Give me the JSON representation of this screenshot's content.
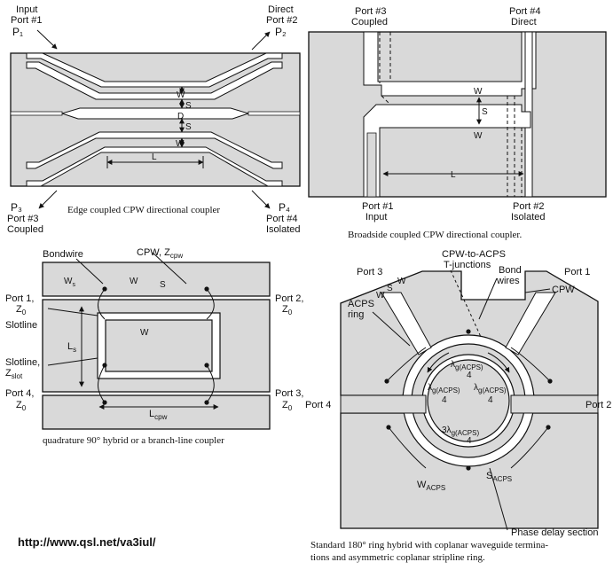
{
  "colors": {
    "substrate": "#d9d9d9",
    "metal_edge": "#111111",
    "slot": "#ffffff"
  },
  "fig1": {
    "caption": "Edge coupled CPW directional coupler",
    "port1": {
      "line1": "Input",
      "line2": "Port #1",
      "line3": "P₁"
    },
    "port2": {
      "line1": "Direct",
      "line2": "Port #2",
      "line3": "P₂"
    },
    "port3": {
      "line1": "P₃",
      "line2": "Port #3",
      "line3": "Coupled"
    },
    "port4": {
      "line1": "P₄",
      "line2": "Port #4",
      "line3": "Isolated"
    },
    "dims": {
      "w": "W",
      "s": "S",
      "d": "D",
      "l": "L"
    }
  },
  "fig2": {
    "caption": "Broadside coupled CPW directional coupler.",
    "port3": {
      "line1": "Port #3",
      "line2": "Coupled"
    },
    "port4": {
      "line1": "Port #4",
      "line2": "Direct"
    },
    "port1": {
      "line1": "Port #1",
      "line2": "Input"
    },
    "port2": {
      "line1": "Port #2",
      "line2": "Isolated"
    },
    "dims": {
      "w": "W",
      "s": "S",
      "l": "L"
    }
  },
  "fig3": {
    "caption": "quadrature 90° hybrid or a branch-line coupler",
    "bondwire": "Bondwire",
    "cpw": "CPW, Z",
    "cpw_sub": "cpw",
    "ws": "W",
    "ws_sub": "s",
    "w": "W",
    "s": "S",
    "port1": "Port 1,",
    "port2": "Port 2,",
    "port3": "Port 3,",
    "port4": "Port 4,",
    "z0": "Z",
    "z0_sub": "0",
    "slotline": "Slotline",
    "ls": "L",
    "ls_sub": "s",
    "slotline2": "Slotline,",
    "zslot": "Z",
    "zslot_sub": "slot",
    "lcpw": "L",
    "lcpw_sub": "cpw"
  },
  "fig4": {
    "caption_line1": "Standard 180° ring hybrid with coplanar waveguide termina-",
    "caption_line2": "tions and asymmetric coplanar stripline ring.",
    "t_junction1": "CPW-to-ACPS",
    "t_junction2": "T-junctions",
    "port3": "Port 3",
    "port1": "Port 1",
    "port4": "Port 4",
    "port2": "Port 2",
    "bond1": "Bond",
    "bond2": "wires",
    "cpw": "CPW",
    "w": "W",
    "s": "S",
    "acps1": "ACPS",
    "acps2": "ring",
    "lambda": "λ",
    "lambda_sub": "g(ACPS)",
    "quarter": "4",
    "three_lambda": "3λ",
    "w_acps": "W",
    "w_acps_sub": "ACPS",
    "s_acps": "S",
    "s_acps_sub": "ACPS",
    "phase_delay": "Phase delay section"
  },
  "footer": {
    "url": "http://www.qsl.net/va3iul/"
  }
}
